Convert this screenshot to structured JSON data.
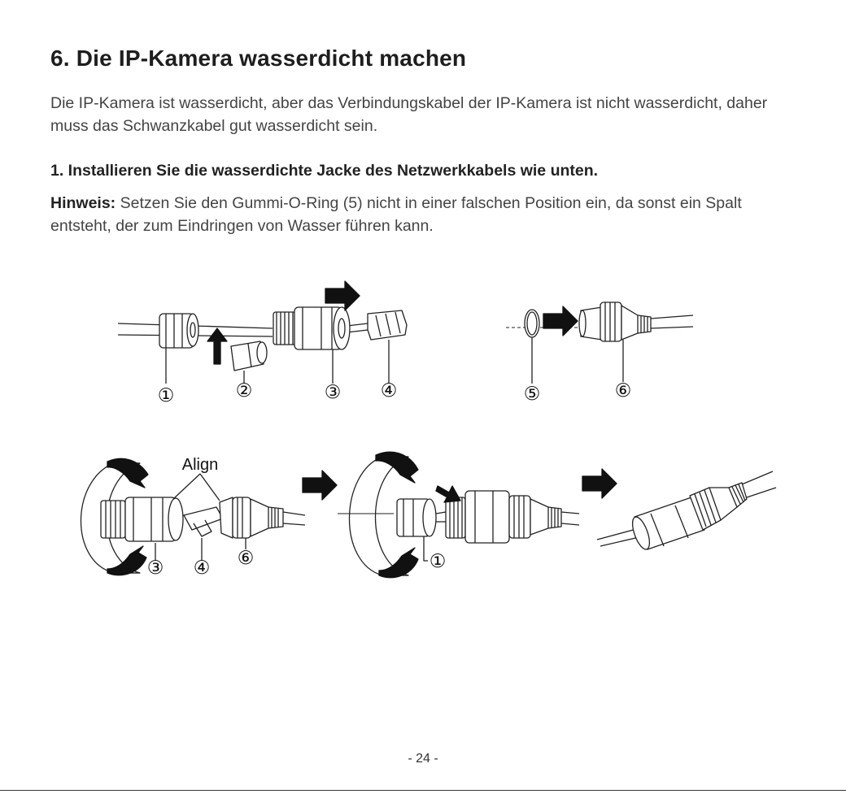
{
  "title": "6. Die IP-Kamera wasserdicht machen",
  "intro": "Die IP-Kamera ist wasserdicht, aber das Verbindungskabel der IP-Kamera ist nicht wasserdicht, daher muss das Schwanzkabel gut wasserdicht sein.",
  "step_heading": "1. Installieren Sie die wasserdichte Jacke des Netzwerkkabels wie unten.",
  "note": {
    "label": "Hinweis:",
    "text": " Setzen Sie den Gummi-O-Ring (5) nicht in einer falschen Position ein, da sonst ein Spalt entsteht, der zum Eindringen von Wasser führen kann."
  },
  "figure": {
    "callouts": [
      "①",
      "②",
      "③",
      "④",
      "⑤",
      "⑥",
      "③",
      "④",
      "⑥",
      "①"
    ],
    "align_label": "Align"
  },
  "page_number": "- 24 -"
}
